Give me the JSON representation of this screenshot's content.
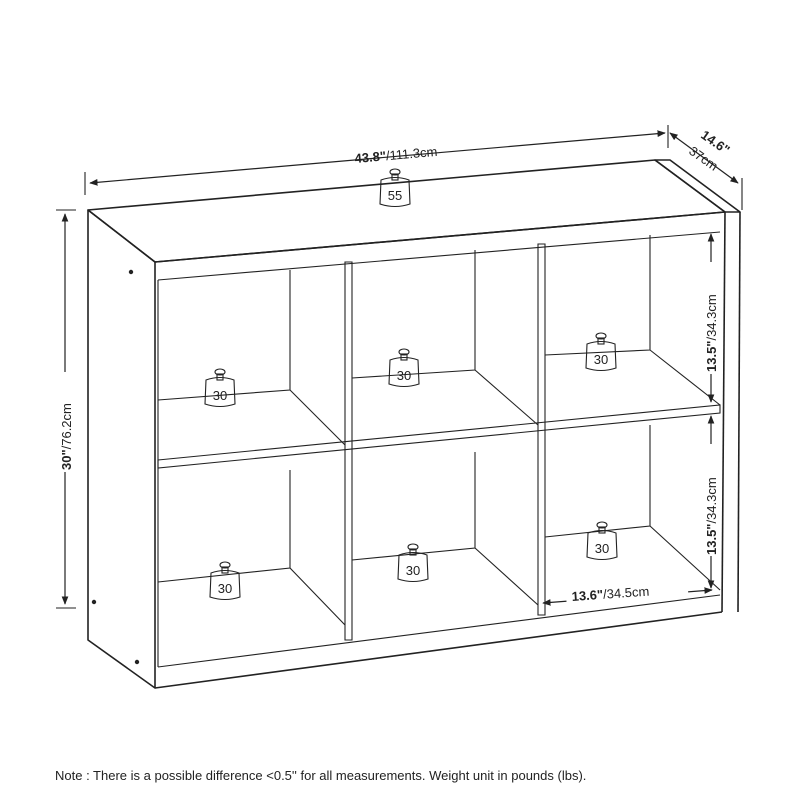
{
  "dimensions": {
    "width": {
      "inch": "43.8\"",
      "metric": "/111.3cm"
    },
    "depth": {
      "inch": "14.6\"",
      "metric": "37cm"
    },
    "height": {
      "inch": "30\"",
      "metric": "/76.2cm"
    },
    "cube_upper_height": {
      "inch": "13.5\"",
      "metric": "/34.3cm"
    },
    "cube_lower_height": {
      "inch": "13.5\"",
      "metric": "/34.3cm"
    },
    "cube_width": {
      "inch": "13.6\"",
      "metric": "/34.5cm"
    }
  },
  "weights": {
    "top": "55",
    "cube_top_left": "30",
    "cube_top_middle": "30",
    "cube_top_right": "30",
    "cube_bottom_left": "30",
    "cube_bottom_middle": "30",
    "cube_bottom_right": "30"
  },
  "note": "Note : There is a possible difference <0.5'' for all measurements. Weight unit in pounds (lbs)."
}
